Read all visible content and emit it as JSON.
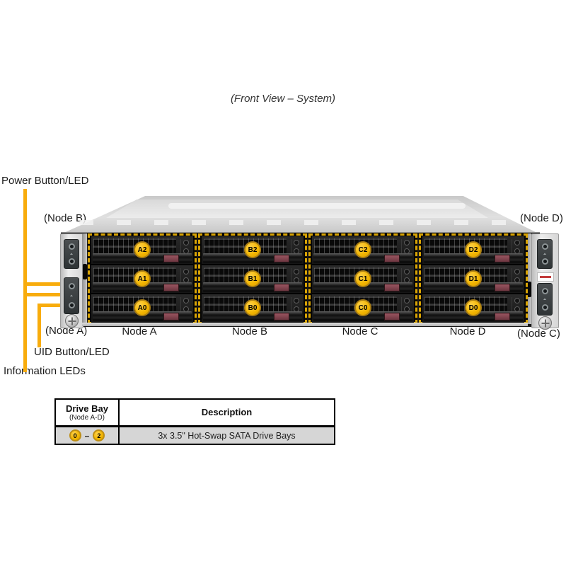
{
  "title": "(Front View – System)",
  "callouts": {
    "power": "Power Button/LED",
    "uid": "UID Button/LED",
    "info": "Information LEDs"
  },
  "corner_labels": {
    "top_left": "(Node B)",
    "top_right": "(Node D)",
    "bottom_left": "(Node A)",
    "bottom_right": "(Node C)"
  },
  "nodes": [
    {
      "name": "Node A",
      "drives": [
        "A2",
        "A1",
        "A0"
      ]
    },
    {
      "name": "Node B",
      "drives": [
        "B2",
        "B1",
        "B0"
      ]
    },
    {
      "name": "Node C",
      "drives": [
        "C2",
        "C1",
        "C0"
      ]
    },
    {
      "name": "Node D",
      "drives": [
        "D2",
        "D1",
        "D0"
      ]
    }
  ],
  "table": {
    "header": {
      "col1": "Drive Bay",
      "col1_sub": "(Node A-D)",
      "col2": "Description"
    },
    "row": {
      "bay_first": "0",
      "separator": "–",
      "bay_last": "2",
      "description": "3x 3.5\" Hot-Swap SATA Drive Bays"
    }
  },
  "colors": {
    "accent_gold": "#F2B400",
    "callout_line": "#F8AC0C",
    "dashed_border": "#D9A404",
    "latch_red": "#7D4049",
    "table_row_bg": "#D6D6D6"
  }
}
